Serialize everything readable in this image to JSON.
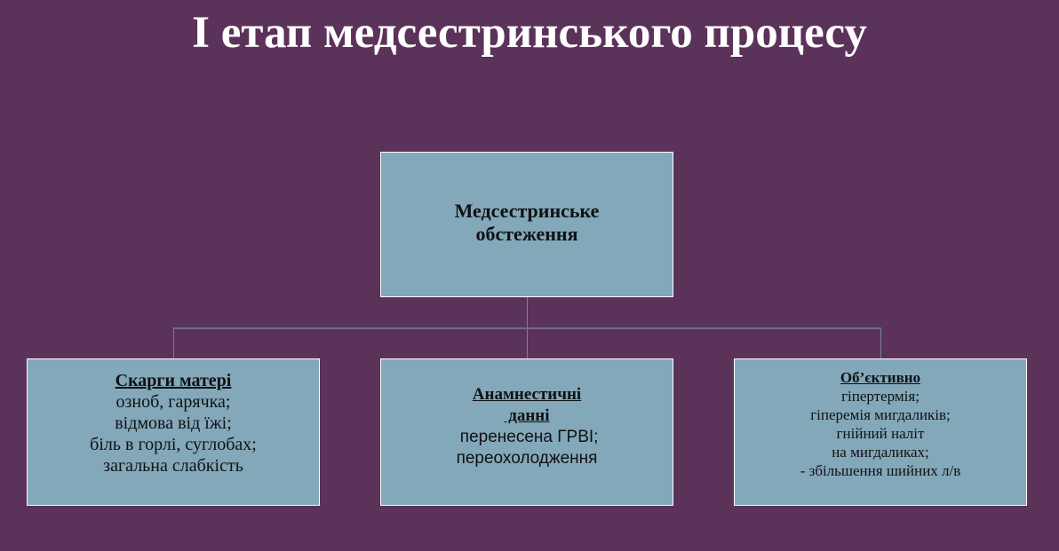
{
  "slide": {
    "title": "I етап медсестринського процесу",
    "colors": {
      "background": "#5b3259",
      "box_fill": "#82a8ba",
      "box_border": "#ffffff",
      "connector": "#6f8499",
      "title_text": "#ffffff",
      "box_text": "#111111"
    }
  },
  "diagram": {
    "root": {
      "lines": [
        "Медсестринське",
        "обстеження"
      ]
    },
    "children": [
      {
        "heading": "Скарги матері",
        "lines": [
          "озноб, гарячка;",
          "відмова від їжі;",
          "біль в горлі, суглобах;",
          "загальна слабкість"
        ]
      },
      {
        "heading_lines": [
          "Анамнестичні",
          " данні"
        ],
        "lines": [
          " перенесена ГРВІ;",
          "переохолодження"
        ]
      },
      {
        "heading": "Об’єктивно",
        "lines": [
          "гіпертермія;",
          "гіперемія мигдаликів;",
          "гнійний наліт",
          "на мигдаликах;",
          "- збільшення шийних л/в"
        ]
      }
    ]
  }
}
